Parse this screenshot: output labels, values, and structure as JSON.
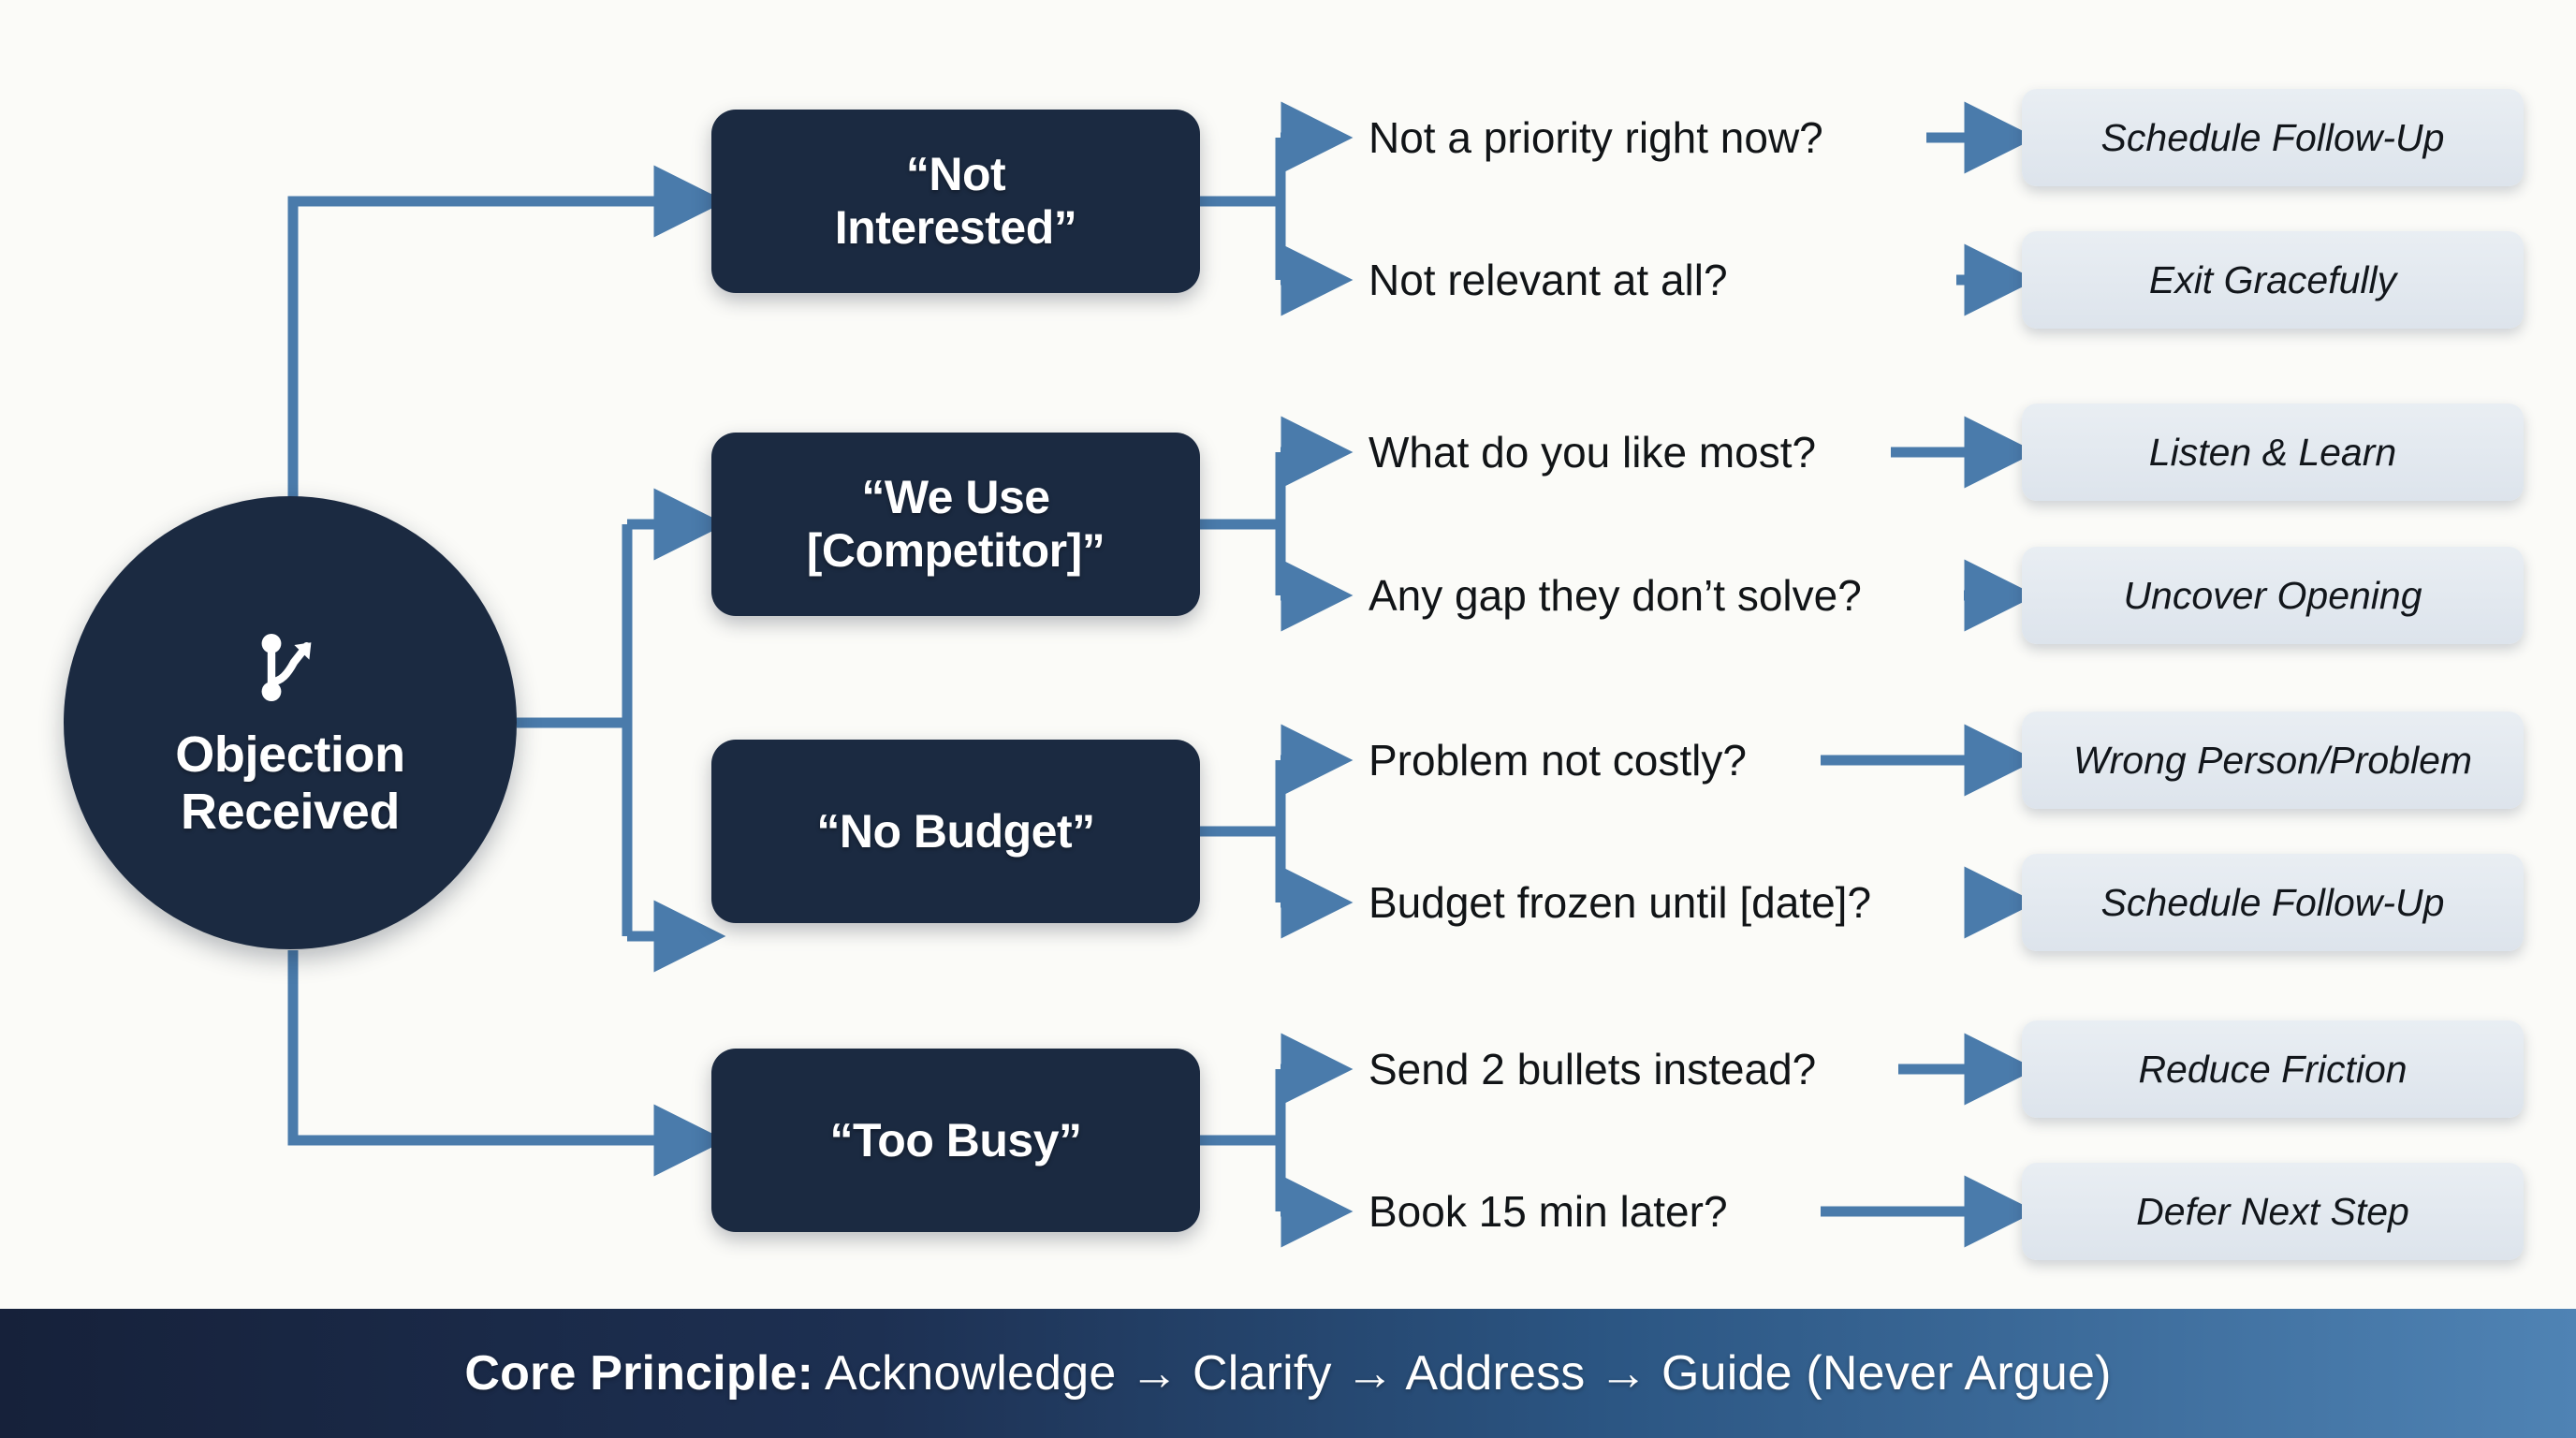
{
  "theme": {
    "background": "#fbfbf8",
    "node_dark": "#1b2a41",
    "outcome_light": "#e4ebf1",
    "connector_blue": "#4a7bab",
    "footer_gradient_start": "#16213a",
    "footer_gradient_end": "#4f83b4",
    "text_light": "#ffffff",
    "text_dark": "#111417"
  },
  "root": {
    "icon": "branch-fork-arrow-icon",
    "label": "Objection\nReceived"
  },
  "branches": [
    {
      "id": "not-interested",
      "objection": "“Not\nInterested”",
      "paths": [
        {
          "question": "Not a priority right now?",
          "outcome": "Schedule Follow-Up"
        },
        {
          "question": "Not relevant at all?",
          "outcome": "Exit Gracefully"
        }
      ]
    },
    {
      "id": "we-use-competitor",
      "objection": "“We Use\n[Competitor]”",
      "paths": [
        {
          "question": "What do you like most?",
          "outcome": "Listen & Learn"
        },
        {
          "question": "Any gap they don’t solve?",
          "outcome": "Uncover Opening"
        }
      ]
    },
    {
      "id": "no-budget",
      "objection": "“No Budget”",
      "paths": [
        {
          "question": "Problem not costly?",
          "outcome": "Wrong Person/Problem"
        },
        {
          "question": "Budget frozen until [date]?",
          "outcome": "Schedule Follow-Up"
        }
      ]
    },
    {
      "id": "too-busy",
      "objection": "“Too Busy”",
      "paths": [
        {
          "question": "Send 2 bullets instead?",
          "outcome": "Reduce Friction"
        },
        {
          "question": "Book 15 min later?",
          "outcome": "Defer Next Step"
        }
      ]
    }
  ],
  "footer": {
    "label_bold": "Core Principle:",
    "label_rest": " Acknowledge → Clarify → Address → Guide (Never Argue)"
  }
}
